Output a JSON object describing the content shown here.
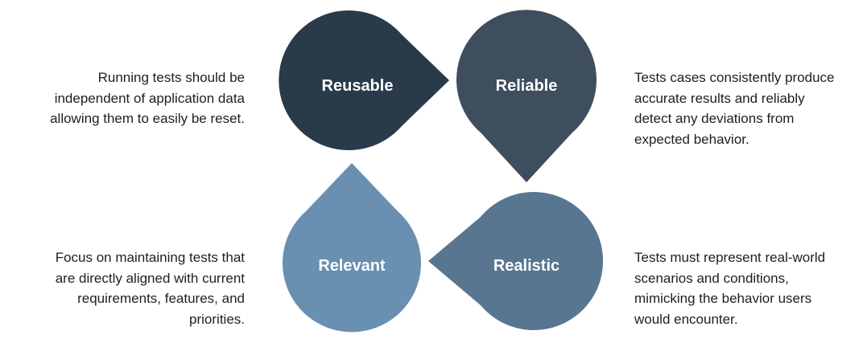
{
  "petals": {
    "reusable": {
      "label": "Reusable",
      "color": "#293a4b"
    },
    "reliable": {
      "label": "Reliable",
      "color": "#3e4e5f"
    },
    "relevant": {
      "label": "Relevant",
      "color": "#698fb1"
    },
    "realistic": {
      "label": "Realistic",
      "color": "#587690"
    }
  },
  "label_color": "#ffffff",
  "descriptions": {
    "reusable": "Running tests should be\nindependent of application data\nallowing them to easily be reset.",
    "reliable": "Tests cases consistently produce\naccurate results and reliably\ndetect any deviations from\nexpected behavior.",
    "relevant": "Focus on maintaining tests that\nare directly aligned with current\nrequirements, features, and\npriorities.",
    "realistic": "Tests must represent real-world\nscenarios and conditions,\nmimicking the behavior users\nwould encounter."
  }
}
